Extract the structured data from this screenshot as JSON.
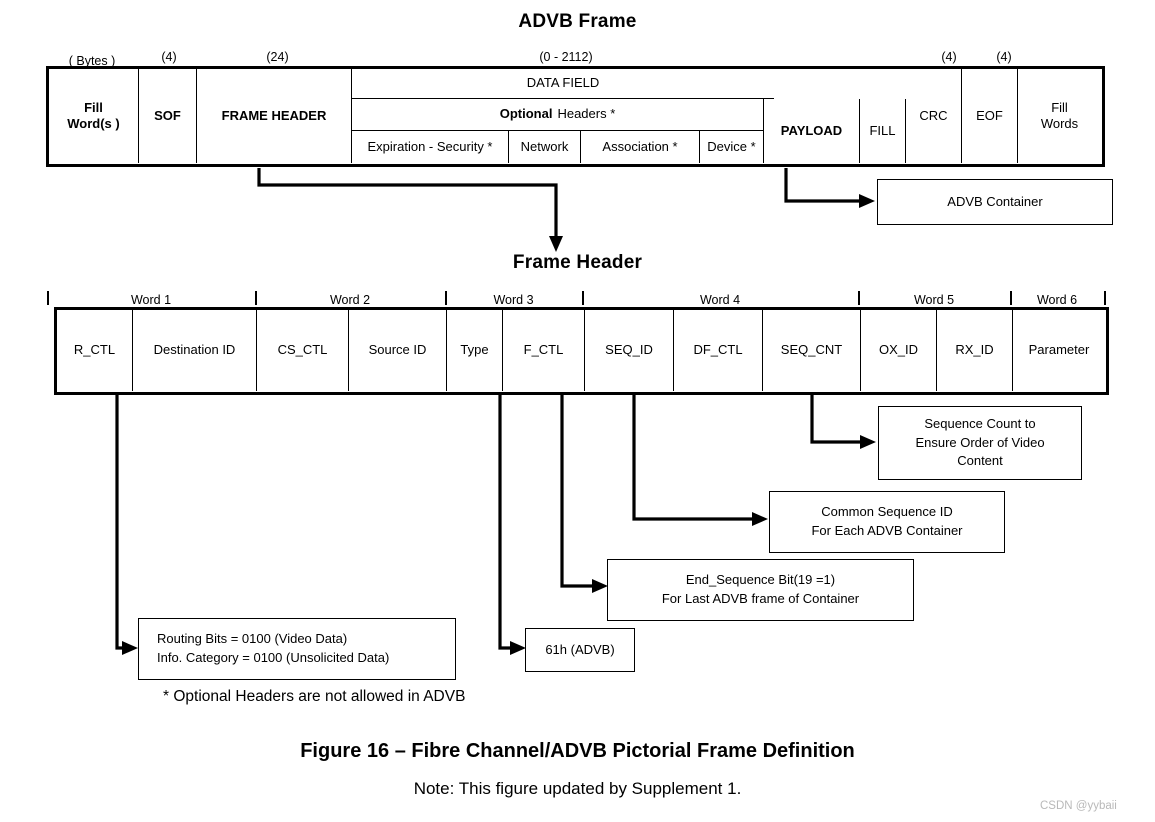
{
  "figure": {
    "advb_frame_title": "ADVB Frame",
    "frame_header_title": "Frame Header",
    "caption": "Figure 16 – Fibre Channel/ADVB Pictorial Frame Definition",
    "note": "Note:   This figure updated by Supplement 1.",
    "footnote": "* Optional Headers are not allowed in ADVB",
    "watermark": "CSDN @yybaii"
  },
  "advb_frame": {
    "size_labels": {
      "bytes": "( Bytes )",
      "sof": "(4)",
      "frame_header": "(24)",
      "data_field": "(0 - 2112)",
      "crc": "(4)",
      "eof": "(4)"
    },
    "fill_words_start_line1": "Fill",
    "fill_words_start_line2": "Word(s )",
    "sof": "SOF",
    "frame_header": "FRAME HEADER",
    "data_field": "DATA FIELD",
    "optional_bold": "Optional",
    "optional_rest": "Headers *",
    "optional_headers": [
      "Expiration - Security *",
      "Network",
      "Association *",
      "Device *"
    ],
    "payload": "PAYLOAD",
    "fill": "FILL",
    "crc": "CRC",
    "eof": "EOF",
    "fill_words_end_line1": "Fill",
    "fill_words_end_line2": "Words",
    "advb_container": "ADVB Container"
  },
  "frame_header": {
    "word_labels": [
      "Word 1",
      "Word 2",
      "Word 3",
      "Word 4",
      "Word 5",
      "Word 6"
    ],
    "fields": [
      "R_CTL",
      "Destination ID",
      "CS_CTL",
      "Source ID",
      "Type",
      "F_CTL",
      "SEQ_ID",
      "DF_CTL",
      "SEQ_CNT",
      "OX_ID",
      "RX_ID",
      "Parameter"
    ]
  },
  "callouts": {
    "seq_cnt": {
      "line1": "Sequence Count to",
      "line2": "Ensure Order of Video",
      "line3": "Content"
    },
    "seq_id": {
      "line1": "Common Sequence ID",
      "line2": "For Each ADVB Container"
    },
    "f_ctl": {
      "line1": "End_Sequence Bit(19 =1)",
      "line2": "For Last  ADVB frame  of Container"
    },
    "r_ctl": {
      "line1": "Routing Bits = 0100 (Video Data)",
      "line2": "Info. Category = 0100 (Unsolicited Data)"
    },
    "type": {
      "line1": "61h (ADVB)"
    }
  }
}
